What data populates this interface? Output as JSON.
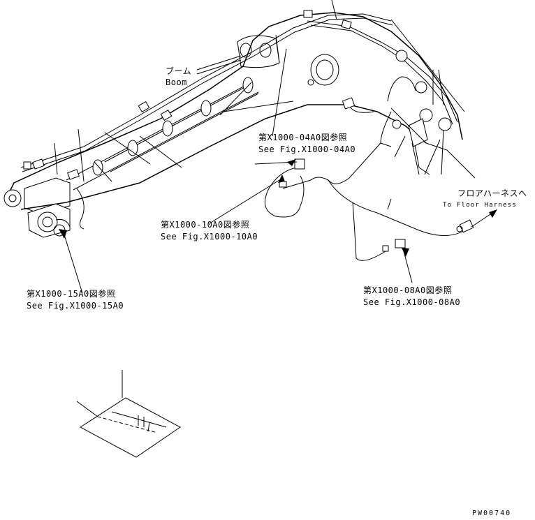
{
  "labels": {
    "boom_ja": "ブーム",
    "boom_en": "Boom",
    "ref_04_ja": "第X1000-04A0図参照",
    "ref_04_en": "See Fig.X1000-04A0",
    "ref_10_ja": "第X1000-10A0図参照",
    "ref_10_en": "See Fig.X1000-10A0",
    "ref_15_ja": "第X1000-15A0図参照",
    "ref_15_en": "See Fig.X1000-15A0",
    "ref_08_ja": "第X1000-08A0図参照",
    "ref_08_en": "See Fig.X1000-08A0",
    "floor_ja": "フロアハーネスへ",
    "floor_en": "To Floor Harness",
    "drawing_code": "PW00740"
  }
}
